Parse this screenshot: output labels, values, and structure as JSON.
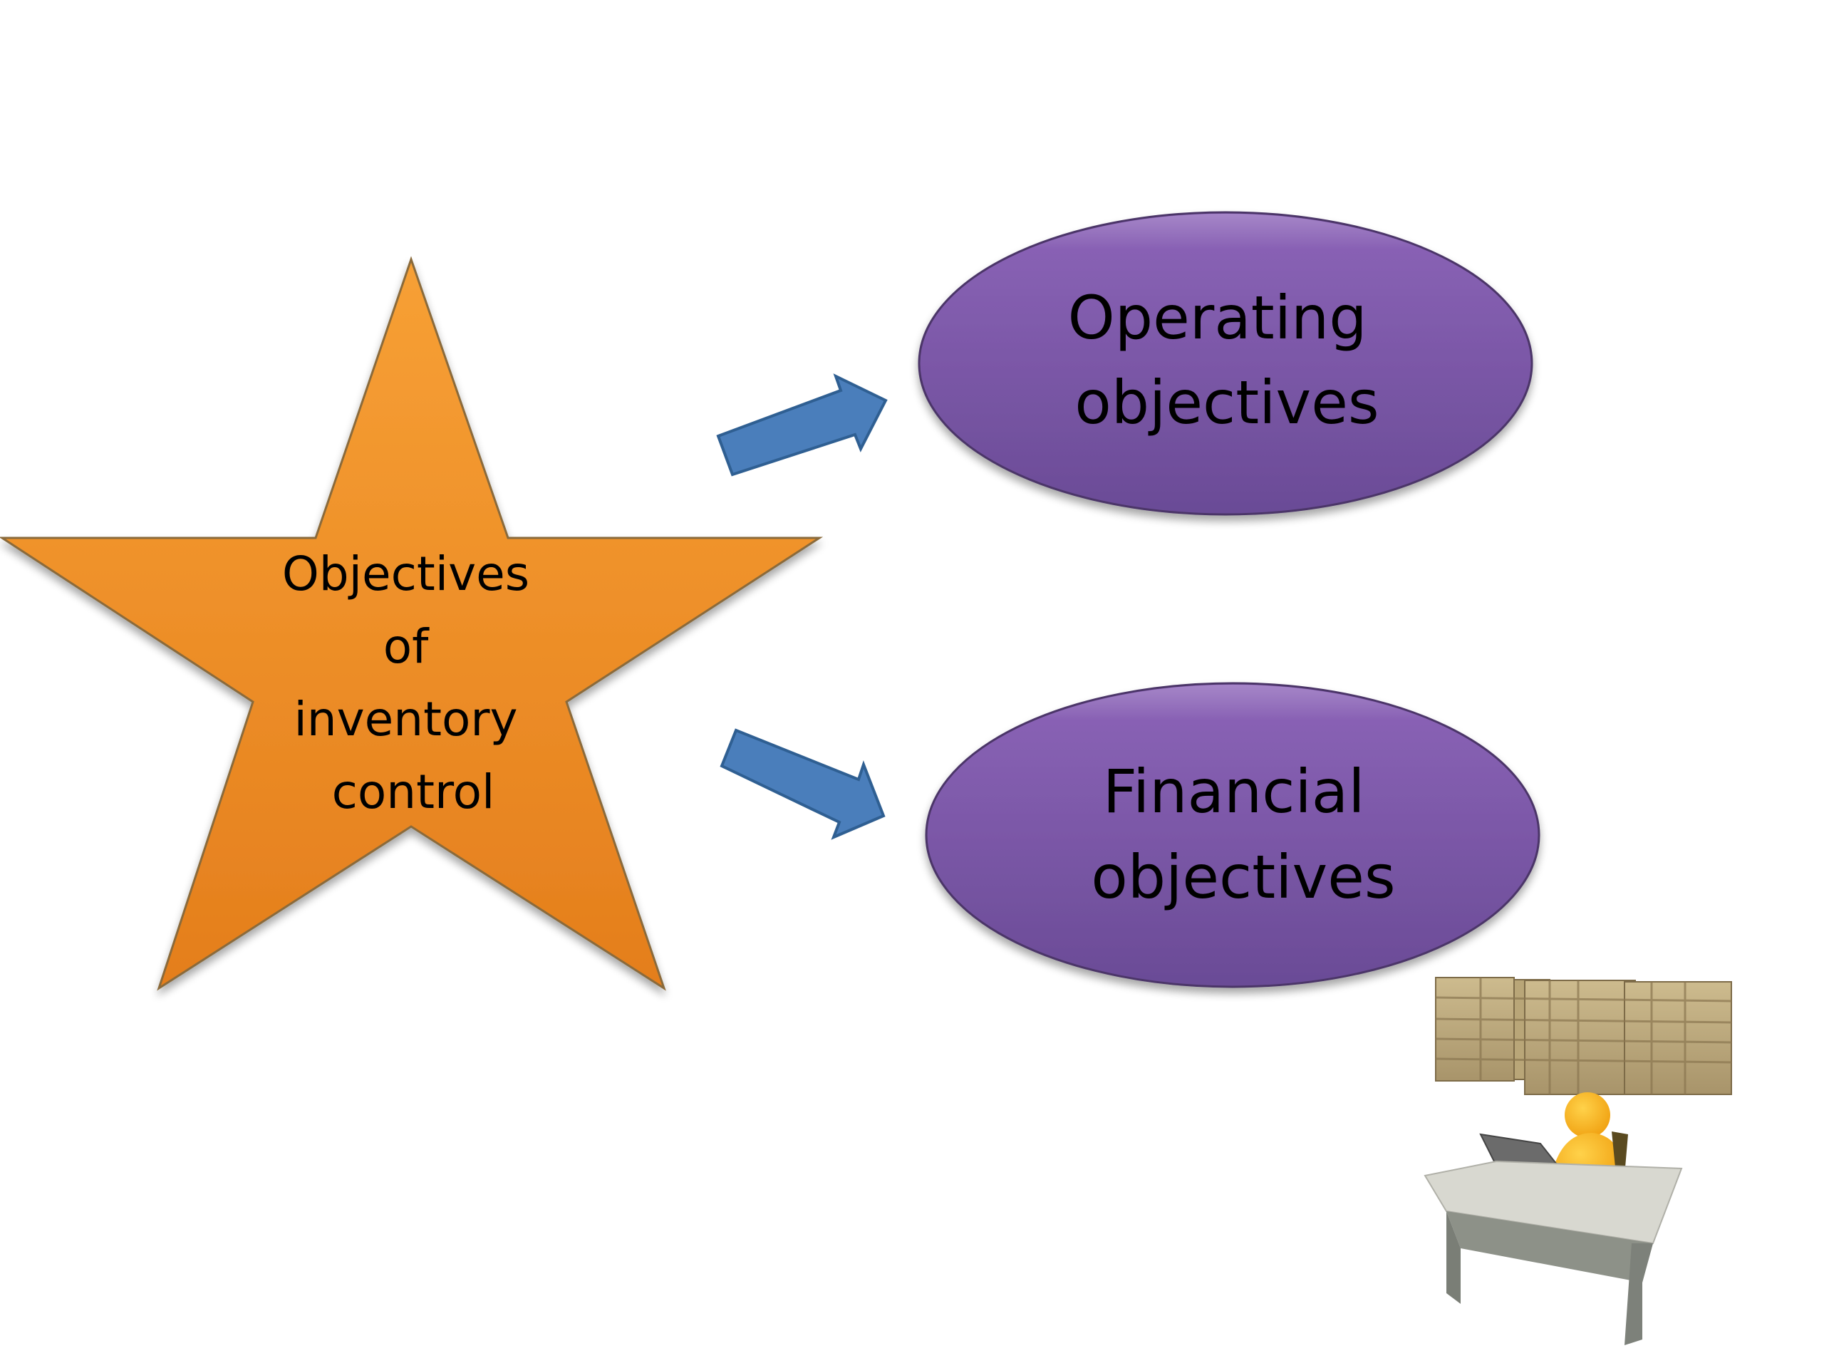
{
  "diagram": {
    "central_node": {
      "shape": "star",
      "lines": [
        "Objectives",
        "of",
        "inventory",
        "control"
      ],
      "fill_top": "#f7a035",
      "fill_bottom": "#e47e1c",
      "stroke": "#8a6a3a"
    },
    "branches": [
      {
        "shape": "ellipse",
        "lines": [
          "Operating",
          "objectives"
        ],
        "fill_top": "#8c64b8",
        "fill_bottom": "#6a4b96",
        "stroke": "#4b3568"
      },
      {
        "shape": "ellipse",
        "lines": [
          "Financial",
          "objectives"
        ],
        "fill_top": "#8c64b8",
        "fill_bottom": "#6a4b96",
        "stroke": "#4b3568"
      }
    ],
    "connectors": [
      {
        "from": "central_node",
        "to": "branches.0",
        "direction": "up-right",
        "fill": "#4a7ebb",
        "stroke": "#2f5f92"
      },
      {
        "from": "central_node",
        "to": "branches.1",
        "direction": "down-right",
        "fill": "#4a7ebb",
        "stroke": "#2f5f92"
      }
    ],
    "illustration": {
      "description": "Clip-art figure seated at a desk with a laptop in front of stacked warehouse boxes",
      "icon": "warehouse-worker-illustration"
    }
  }
}
